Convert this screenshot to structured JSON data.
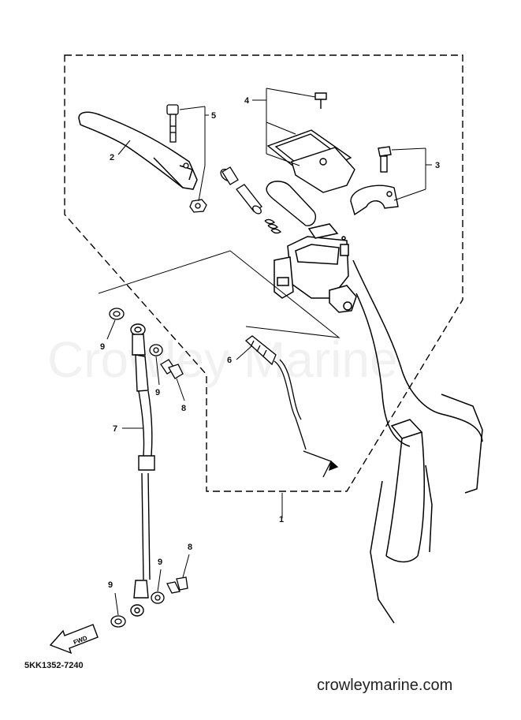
{
  "diagram": {
    "part_code": "5KK1352-7240",
    "website": "crowleymarine.com",
    "watermark": "Crowley Marine",
    "fwd_label": "FWD",
    "callouts": [
      {
        "id": "c1",
        "label": "1"
      },
      {
        "id": "c2",
        "label": "2"
      },
      {
        "id": "c3",
        "label": "3"
      },
      {
        "id": "c4",
        "label": "4"
      },
      {
        "id": "c5",
        "label": "5"
      },
      {
        "id": "c6",
        "label": "6"
      },
      {
        "id": "c7",
        "label": "7"
      },
      {
        "id": "c8a",
        "label": "8"
      },
      {
        "id": "c8b",
        "label": "8"
      },
      {
        "id": "c9a",
        "label": "9"
      },
      {
        "id": "c9b",
        "label": "9"
      },
      {
        "id": "c9c",
        "label": "9"
      },
      {
        "id": "c9d",
        "label": "9"
      }
    ]
  }
}
